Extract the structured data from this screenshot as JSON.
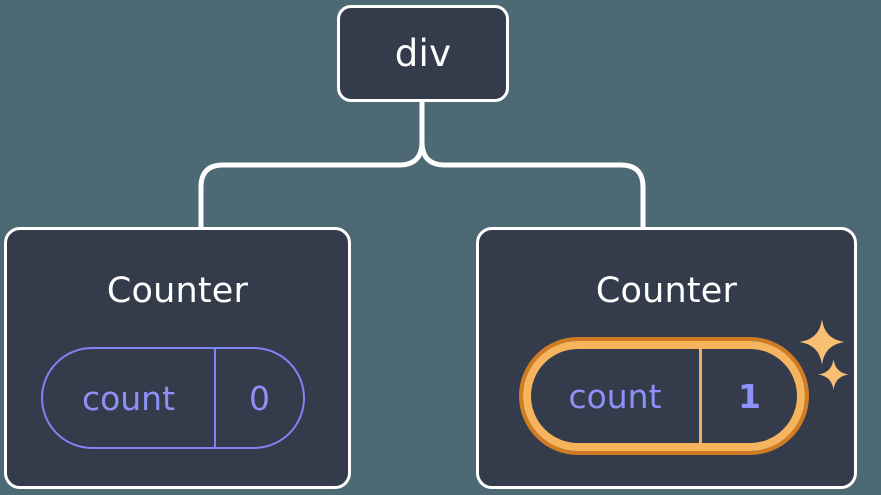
{
  "diagram": {
    "type": "component-tree",
    "background_color": "#4d6a74",
    "node_fill": "#343b4a",
    "node_border": "#ffffff",
    "accent_purple": "#8d90f6",
    "accent_orange_outer": "#cf7c22",
    "accent_orange_inner": "#f6b45f",
    "root": {
      "label": "div"
    },
    "children": [
      {
        "title": "Counter",
        "state": {
          "key": "count",
          "value": "0"
        },
        "highlighted": false
      },
      {
        "title": "Counter",
        "state": {
          "key": "count",
          "value": "1"
        },
        "highlighted": true,
        "sparkles": 2
      }
    ],
    "icons": {
      "sparkle_large": "sparkle-icon",
      "sparkle_small": "sparkle-icon"
    }
  }
}
